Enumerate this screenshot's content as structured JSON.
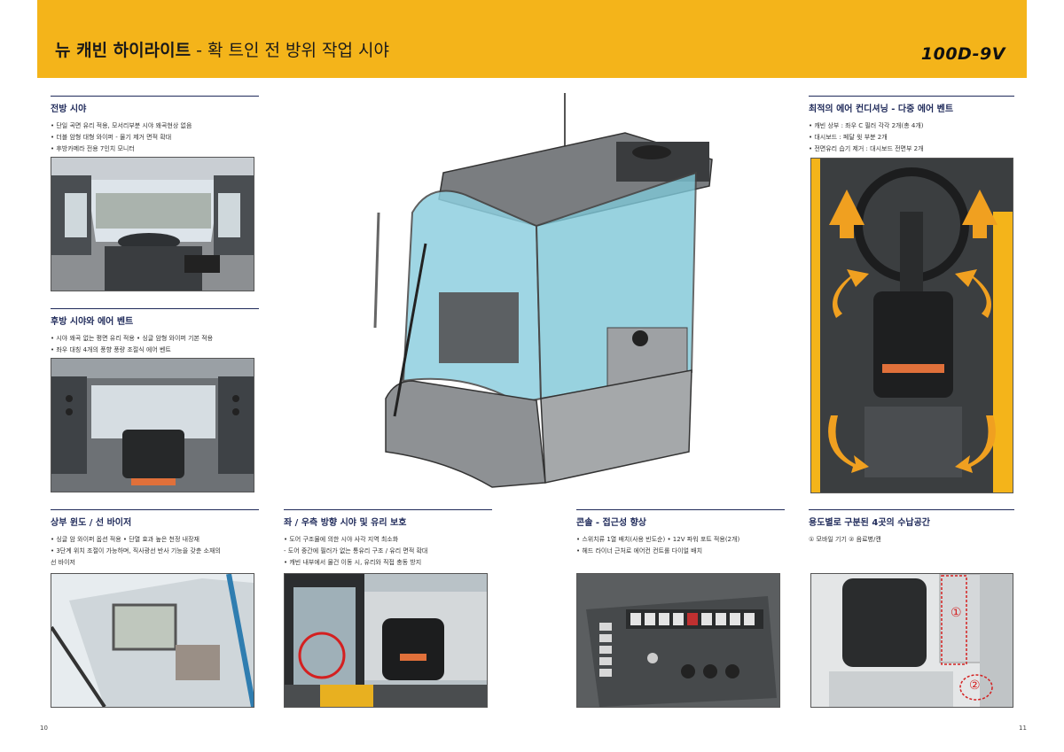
{
  "header": {
    "title_main": "뉴 캐빈 하이라이트",
    "title_sub": " - 확 트인 전 방위 작업 시야",
    "model": "100D-9V"
  },
  "sections": {
    "front_view": {
      "title": "전방 시야",
      "bullets": [
        "• 단일 곡면 유리 적용, 모서리부분 시야 왜곡현상 없음",
        "• 더블 암형 대형 와이퍼 - 물기 제거 면적 확대",
        "• 후방카메라 전용 7인치 모니터"
      ]
    },
    "rear_view": {
      "title": "후방 시야와 에어 벤트",
      "bullets": [
        "• 시야 왜곡 없는 평면 유리 적용       • 싱글 암형 와이퍼 기본 적용",
        "• 좌우 대칭 4개의 풍향 풍량 조절식 에어 벤트"
      ]
    },
    "air_conditioning": {
      "title": "최적의 에어 컨디셔닝 - 다중 에어 벤트",
      "bullets": [
        "• 캐빈 상부 : 좌우 C 필러 각각 2개(총 4개)",
        "• 대시보드 : 페달 윗 부분 2개",
        "• 전면유리 습기 제거 : 대시보드 전면부 2개"
      ]
    },
    "roof_window": {
      "title": "상부 윈도 / 선 바이저",
      "bullets": [
        "• 싱글 암 와이퍼 옵션 적용       • 단열 효과 높은 천정 내장재",
        "• 3단계 위치 조절이 가능하며, 직사광선 반사 기능을 갖춘 소재의",
        "  선 바이저"
      ]
    },
    "side_view": {
      "title": "좌 / 우측 방향 시야 및 유리 보호",
      "bullets": [
        "• 도어 구조물에 의한 시야 사각 지역 최소화",
        "  - 도어 중간에 필러가 없는 통유리 구조 / 유리 면적 확대",
        "• 캐빈 내부에서 물건 이동 시, 유리와 직접 충동 방지"
      ]
    },
    "console": {
      "title": "콘솔 - 접근성 향상",
      "bullets": [
        "• 스위치류 1열 배치(사용 빈도순)       • 12V 파워 포트 적용(2개)",
        "• 헤드 라이너 근처로 에어컨 컨트롤 다이얼 배치"
      ]
    },
    "storage": {
      "title": "용도별로 구분된 4곳의 수납공간",
      "items": [
        "① 모바일 기기       ② 음료병/캔"
      ],
      "marker1": "①",
      "marker2": "②"
    }
  },
  "page_left": "10",
  "page_right": "11",
  "colors": {
    "banner": "#f4b41a",
    "section_title": "#1f2a5a",
    "arrow": "#f0a020",
    "glass": "#7fc8d8",
    "marker": "#d42020"
  }
}
